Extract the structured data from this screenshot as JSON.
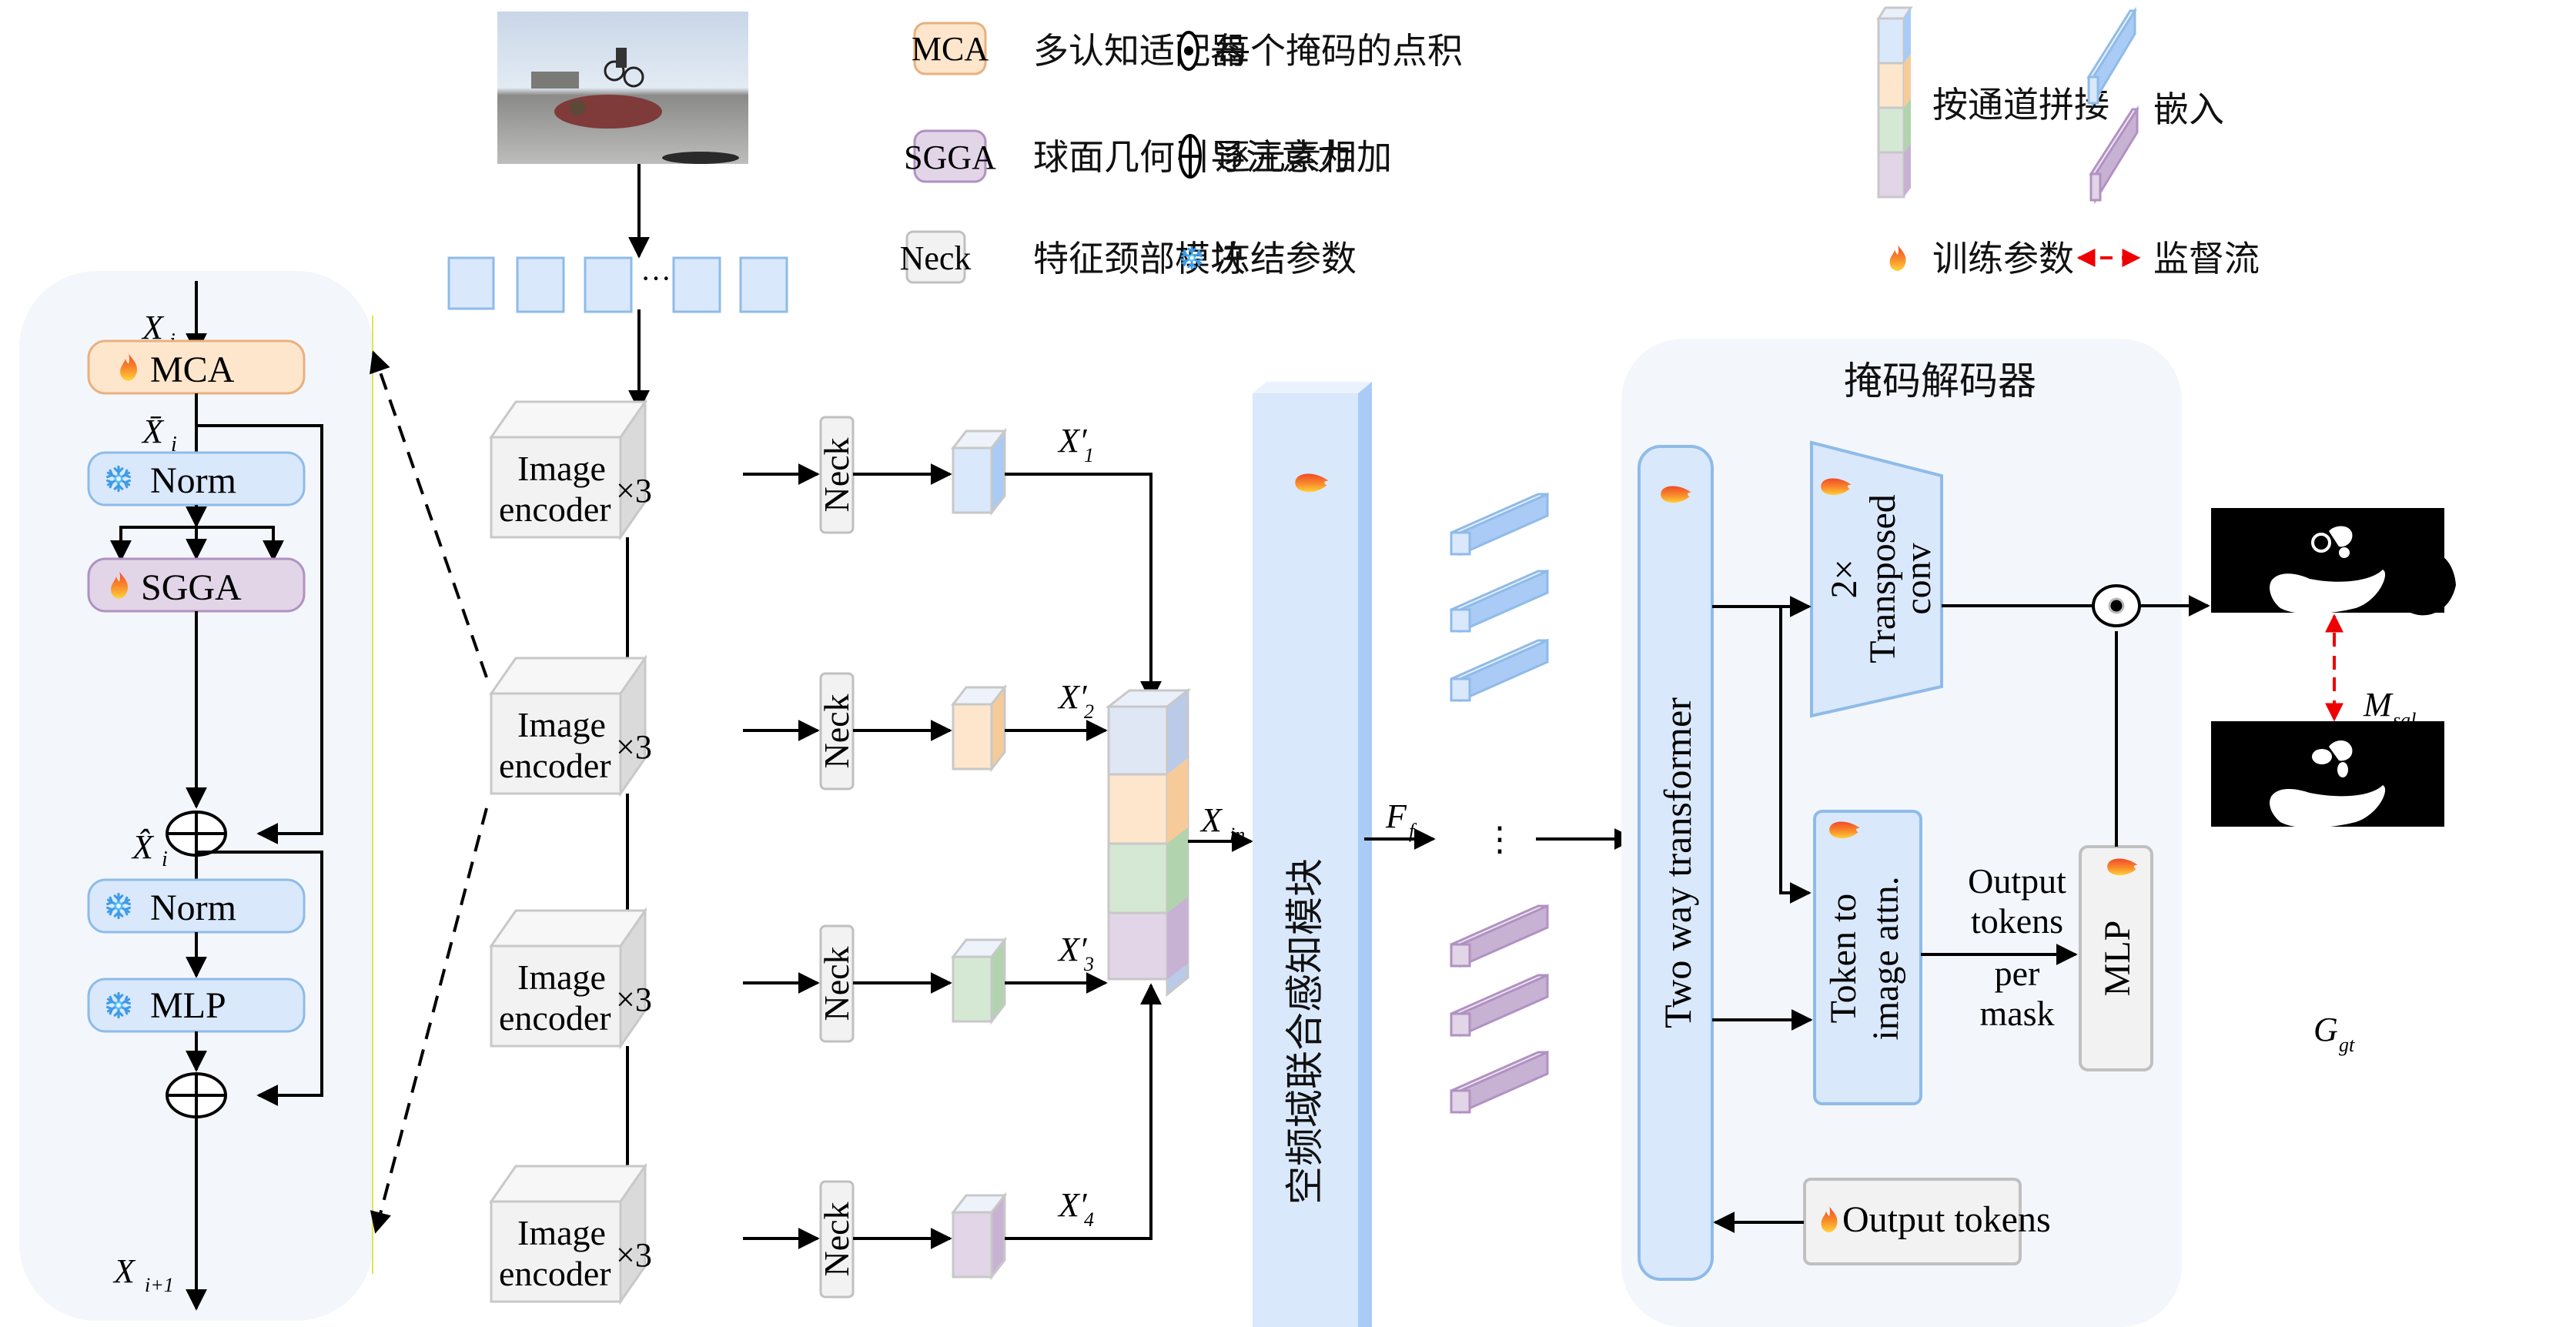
{
  "legend": {
    "mca": {
      "tag": "MCA",
      "desc": "多认知适配器"
    },
    "sgga": {
      "tag": "SGGA",
      "desc": "球面几何引导注意力"
    },
    "neck": {
      "tag": "Neck",
      "desc": "特征颈部模块"
    },
    "dot_product": {
      "icon": "circled-dot-icon",
      "desc": "每个掩码的点积"
    },
    "element_add": {
      "icon": "circled-plus-icon",
      "desc": "逐元素相加"
    },
    "frozen": {
      "icon": "snowflake-icon",
      "desc": "冻结参数"
    },
    "concat": {
      "icon": "stacked-channels-icon",
      "desc": "按通道拼接"
    },
    "trainable": {
      "icon": "flame-icon",
      "desc": "训练参数"
    },
    "embedding": {
      "icon": "embedding-bar-icon",
      "desc": "嵌入"
    },
    "supervision": {
      "icon": "red-dashed-double-arrow-icon",
      "desc": "监督流"
    }
  },
  "block_detail": {
    "input_label": "X",
    "input_sub": "i",
    "mca_label": "MCA",
    "xbar_label": "X̄",
    "xbar_sub": "i",
    "norm1_label": "Norm",
    "sgga_label": "SGGA",
    "xhat_label": "X̂",
    "xhat_sub": "i",
    "norm2_label": "Norm",
    "mlp_label": "MLP",
    "output_label": "X",
    "output_sub": "i+1"
  },
  "encoder": {
    "input_image": "panorama-bmx-skatepark",
    "patches_ellipsis": "···",
    "stages": [
      {
        "line1": "Image",
        "line2": "encoder",
        "repeat": "×3",
        "neck": "Neck",
        "feature": "X′",
        "feature_sub": "1"
      },
      {
        "line1": "Image",
        "line2": "encoder",
        "repeat": "×3",
        "neck": "Neck",
        "feature": "X′",
        "feature_sub": "2"
      },
      {
        "line1": "Image",
        "line2": "encoder",
        "repeat": "×3",
        "neck": "Neck",
        "feature": "X′",
        "feature_sub": "3"
      },
      {
        "line1": "Image",
        "line2": "encoder",
        "repeat": "×3",
        "neck": "Neck",
        "feature": "X′",
        "feature_sub": "4"
      }
    ],
    "concat_label": "X",
    "concat_sub": "in"
  },
  "fusion": {
    "label": "空频域联合感知模块",
    "output_label": "F",
    "output_sub": "f",
    "embedding_ellipsis": "⋮"
  },
  "decoder": {
    "title": "掩码解码器",
    "two_way": "Two way transformer",
    "transposed_line1": "2×",
    "transposed_line2": "Transposed",
    "transposed_line3": "conv",
    "token_attn_line1": "Token to",
    "token_attn_line2": "image attn.",
    "output_tokens_per_mask": [
      "Output",
      "tokens",
      "per",
      "mask"
    ],
    "mlp": "MLP",
    "output_tokens": "Output tokens"
  },
  "outputs": {
    "pred_label": "M",
    "pred_sub": "sal",
    "gt_label": "G",
    "gt_sub": "gt"
  },
  "colors": {
    "blue_fill": "#dae8fc",
    "blue_stroke": "#8fbbe8",
    "blue_side": "#a9cbf5",
    "orange_fill": "#fde6cc",
    "orange_stroke": "#e8b07f",
    "orange_side": "#f7cb99",
    "green_fill": "#d5e8d4",
    "green_side": "#b1d3ae",
    "purple_fill": "#e1d5e7",
    "purple_stroke": "#b191c2",
    "purple_side": "#c7b2d3",
    "gray_fill": "#f2f2f2",
    "gray_stroke": "#c0c0c0",
    "panel_bg": "#f3f7fc",
    "red": "#ee0000"
  }
}
